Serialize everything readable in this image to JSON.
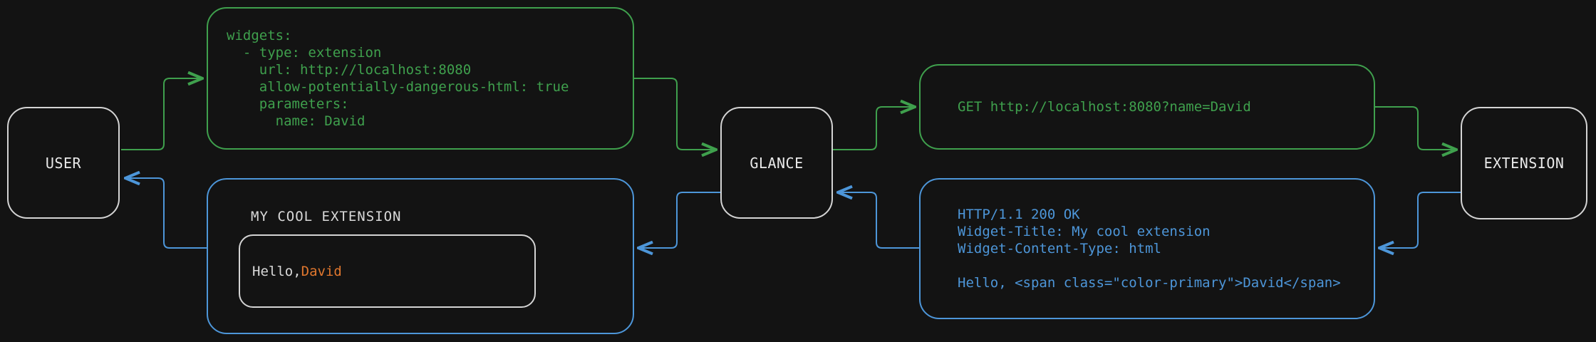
{
  "diagram": {
    "colors": {
      "bg": "#131313",
      "request": "#3fa04d",
      "response": "#4d96d9",
      "node_border": "#d4d4d4",
      "node_text": "#eaeaea",
      "plain_text": "#d9d9d9",
      "primary": "#e0772e"
    },
    "nodes": {
      "user": {
        "label": "USER"
      },
      "glance": {
        "label": "GLANCE"
      },
      "extension": {
        "label": "EXTENSION"
      }
    },
    "config_box": {
      "lines": [
        "widgets:",
        "  - type: extension",
        "    url: http://localhost:8080",
        "    allow-potentially-dangerous-html: true",
        "    parameters:",
        "      name: David"
      ]
    },
    "request_box": {
      "text": "GET http://localhost:8080?name=David"
    },
    "response_box": {
      "lines": [
        "HTTP/1.1 200 OK",
        "Widget-Title: My cool extension",
        "Widget-Content-Type: html",
        "",
        "Hello, <span class=\"color-primary\">David</span>"
      ]
    },
    "widget_box": {
      "title": "MY COOL EXTENSION",
      "greeting_prefix": "Hello, ",
      "name": "David"
    }
  }
}
